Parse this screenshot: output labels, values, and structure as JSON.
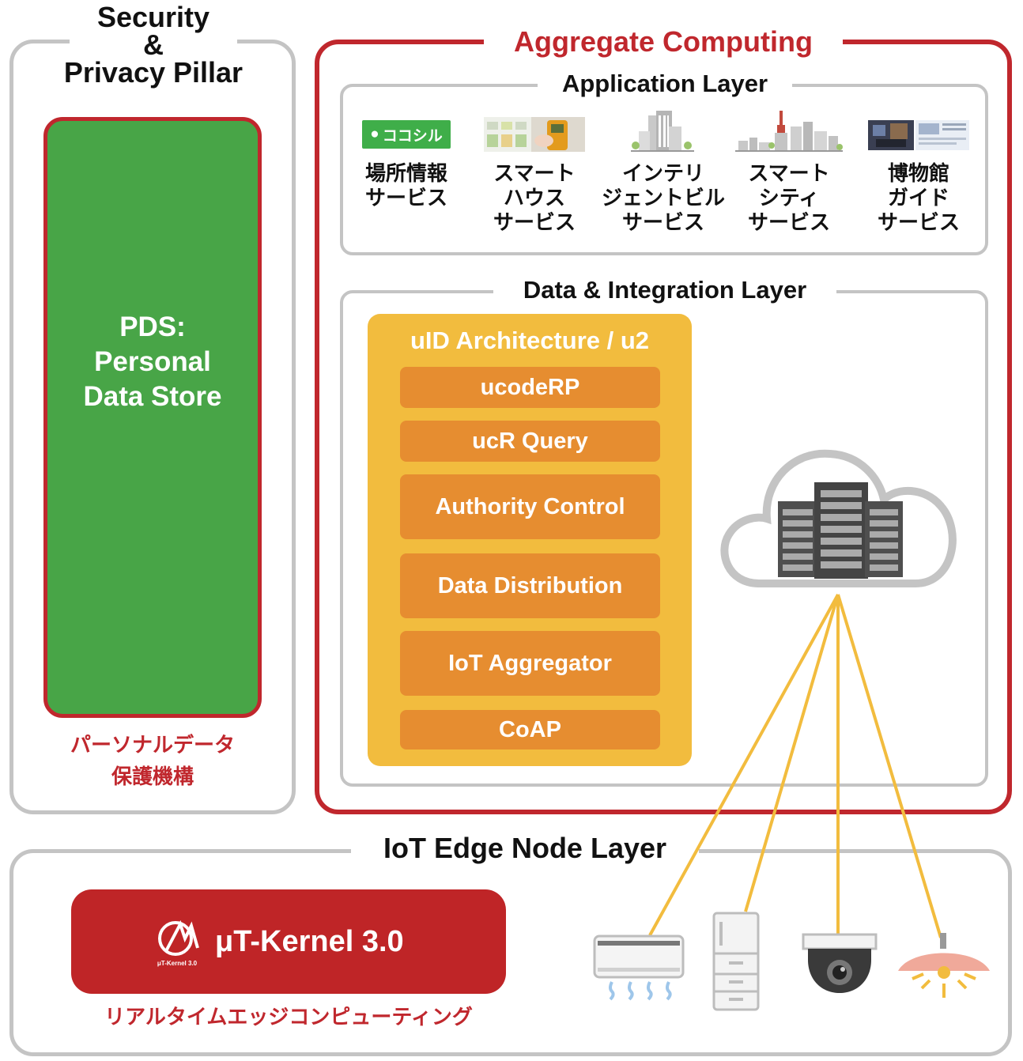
{
  "security": {
    "title_line1": "Security",
    "title_line2": "&",
    "title_line3": "Privacy Pillar",
    "pds_text": "PDS:\nPersonal\nData Store",
    "jp_caption": "パーソナルデータ\n保護機構"
  },
  "aggregate": {
    "title": "Aggregate Computing",
    "application_layer": {
      "title": "Application Layer",
      "logo_text": "ココシル",
      "items": [
        {
          "label": "場所情報\nサービス",
          "icon": "kokoshiru-logo"
        },
        {
          "label": "スマート\nハウス\nサービス",
          "icon": "smart-house-photo"
        },
        {
          "label": "インテリ\nジェントビル\nサービス",
          "icon": "building-icon"
        },
        {
          "label": "スマート\nシティ\nサービス",
          "icon": "city-skyline-icon"
        },
        {
          "label": "博物館\nガイド\nサービス",
          "icon": "museum-photo"
        }
      ]
    },
    "data_layer": {
      "title": "Data & Integration Layer",
      "uid_title": "uID Architecture / u2",
      "rows": [
        "ucodeRP",
        "ucR Query",
        "Authority Control",
        "Data Distribution",
        "IoT Aggregator",
        "CoAP"
      ]
    },
    "cloud_icon": "cloud-server-icon"
  },
  "iot": {
    "title": "IoT Edge Node Layer",
    "kernel_label": "μT-Kernel 3.0",
    "kernel_logo_text": "μT-Kernel 3.0",
    "jp_caption": "リアルタイムエッジコンピューティング",
    "devices": [
      "air-conditioner-icon",
      "refrigerator-icon",
      "security-camera-icon",
      "ceiling-lamp-icon"
    ]
  },
  "colors": {
    "red": "#c0272d",
    "green": "#48a547",
    "yellow": "#f2bc3e",
    "orange": "#e68d30",
    "gray": "#c4c4c4"
  }
}
